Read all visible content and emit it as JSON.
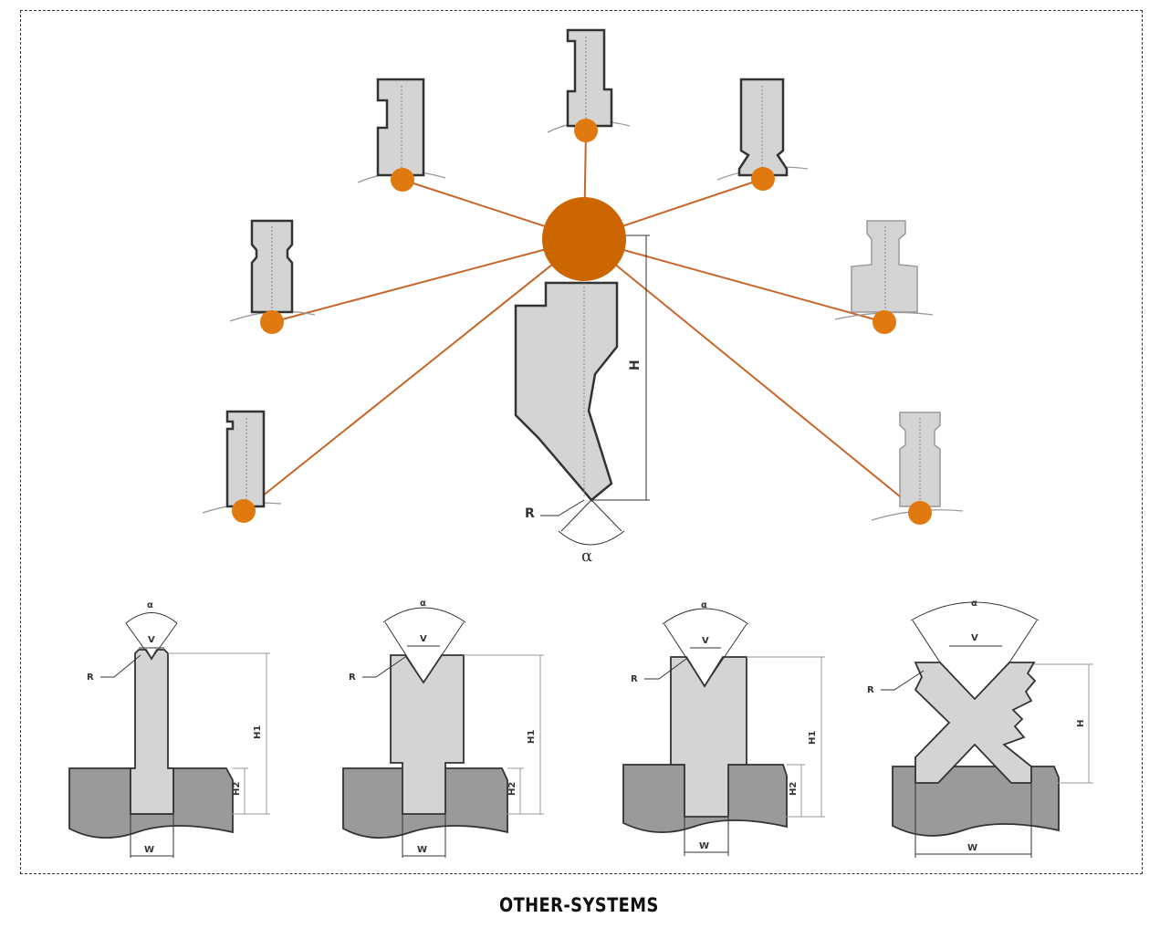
{
  "caption": "OTHER-SYSTEMS",
  "colors": {
    "hub": "#cc6600",
    "node": "#e07a10",
    "line": "#c8652a",
    "tool": "#d4d4d4",
    "base": "#9a9a9a",
    "outline": "#333333"
  },
  "punch_labels": {
    "height": "H",
    "radius": "R",
    "angle": "α"
  },
  "die_labels": [
    {
      "angle": "α",
      "opening": "V",
      "radius": "R",
      "height1": "H1",
      "height2": "H2",
      "width": "W"
    },
    {
      "angle": "α",
      "opening": "V",
      "radius": "R",
      "height1": "H1",
      "height2": "H2",
      "width": "W"
    },
    {
      "angle": "α",
      "opening": "V",
      "radius": "R",
      "height1": "H1",
      "height2": "H2",
      "width": "W"
    },
    {
      "angle": "α",
      "opening": "V",
      "radius": "R",
      "height": "H",
      "width": "W"
    }
  ]
}
